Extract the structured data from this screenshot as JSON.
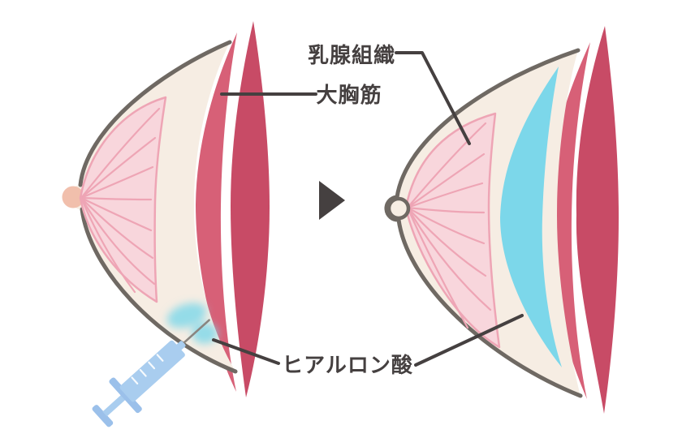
{
  "labels": {
    "mammary_gland_tissue": "乳腺組織",
    "pectoralis_major": "大胸筋",
    "hyaluronic_acid": "ヒアルロン酸"
  },
  "colors": {
    "background": "#FFFFFF",
    "ink": "#454040",
    "skin": "#F6EDE3",
    "skin_outline": "#6F6963",
    "gland_fill": "#F8D6DC",
    "gland_line": "#EEA5B5",
    "nipple": "#F1BFAC",
    "muscle_front": "#D76077",
    "muscle_back": "#C84B66",
    "hyaluronic_blue": "#7CD7EA",
    "syringe_blue": "#A9CDEF",
    "syringe_accent": "#9BC0EA",
    "needle_gray": "#8A8580"
  }
}
